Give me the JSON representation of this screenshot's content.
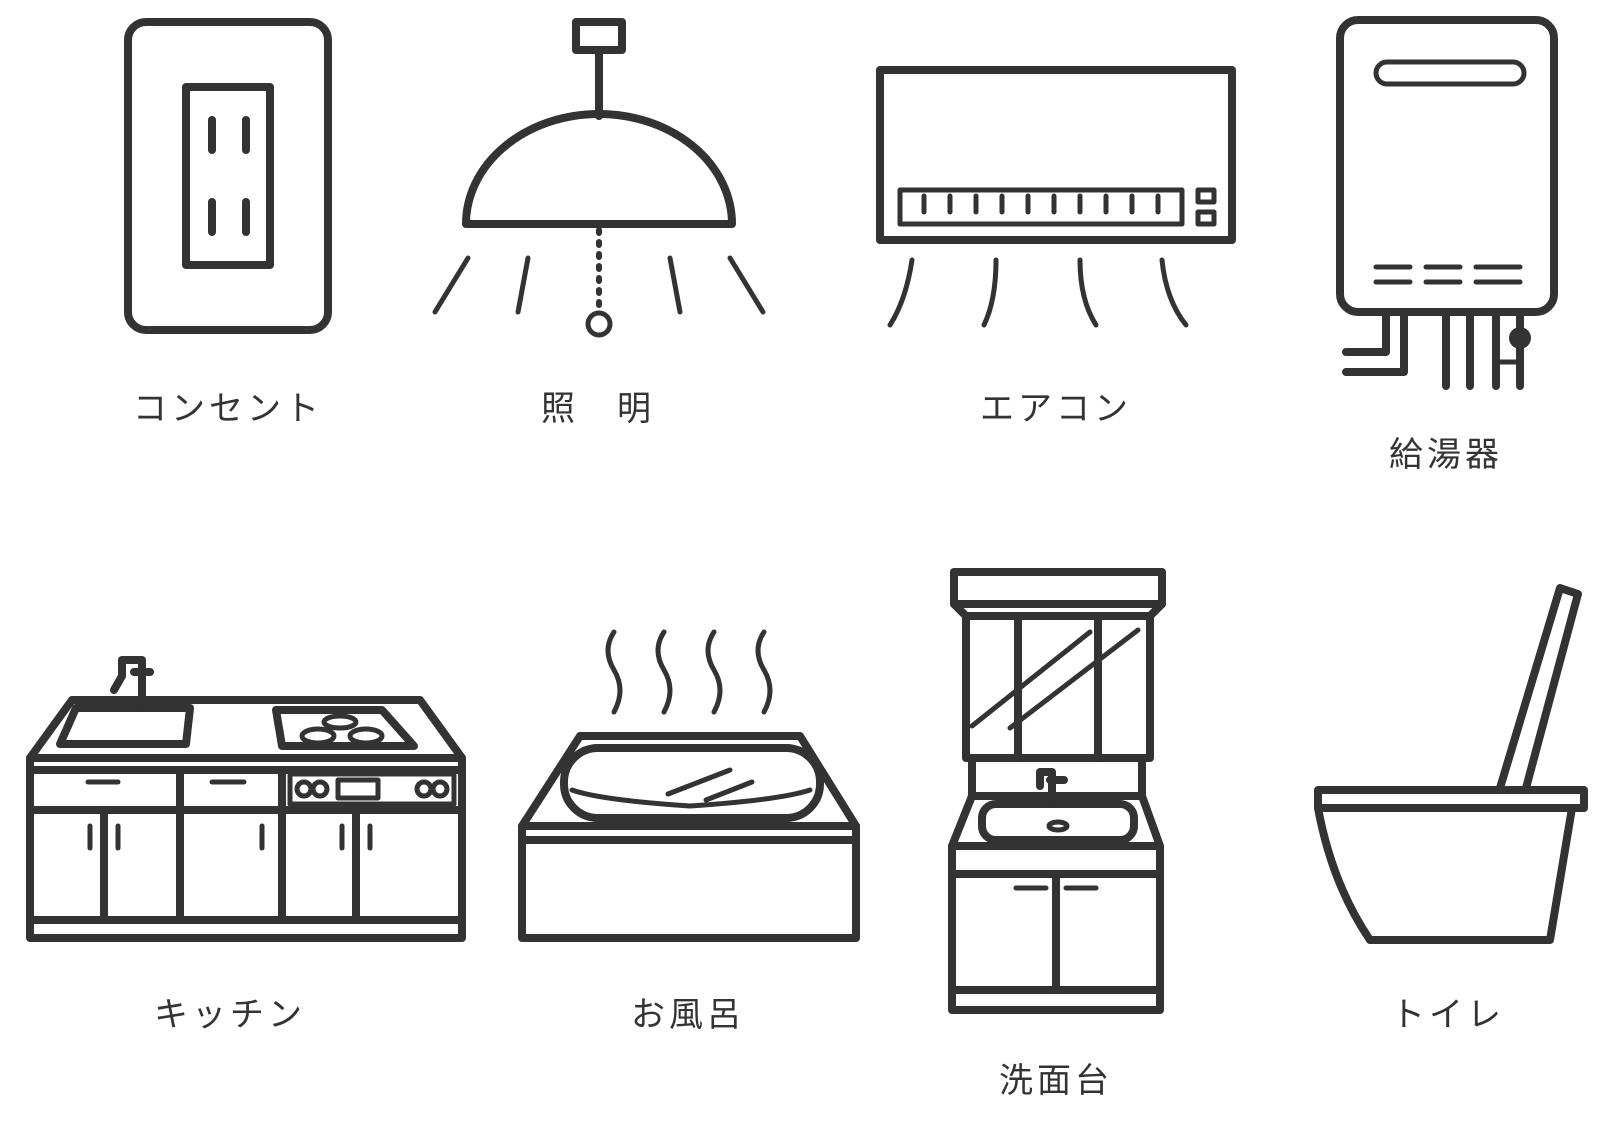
{
  "items": [
    {
      "id": "outlet",
      "label": "コンセント",
      "icon": "outlet-icon"
    },
    {
      "id": "lighting",
      "label": "照　明",
      "icon": "ceiling-light-icon"
    },
    {
      "id": "aircon",
      "label": "エアコン",
      "icon": "air-conditioner-icon"
    },
    {
      "id": "water-heater",
      "label": "給湯器",
      "icon": "water-heater-icon"
    },
    {
      "id": "kitchen",
      "label": "キッチン",
      "icon": "kitchen-icon"
    },
    {
      "id": "bath",
      "label": "お風呂",
      "icon": "bathtub-icon"
    },
    {
      "id": "vanity",
      "label": "洗面台",
      "icon": "washbasin-icon"
    },
    {
      "id": "toilet",
      "label": "トイレ",
      "icon": "toilet-icon"
    }
  ],
  "colors": {
    "stroke": "#333333",
    "background": "#ffffff"
  }
}
